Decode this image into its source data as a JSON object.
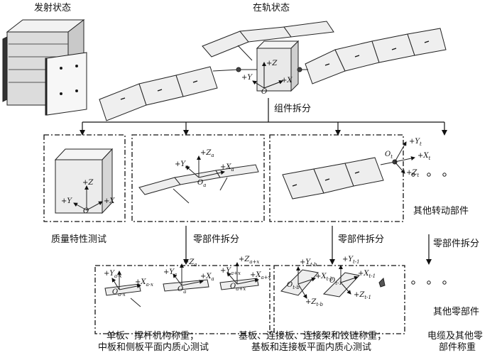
{
  "titles": {
    "launch_state": "发射状态",
    "orbit_state": "在轨状态"
  },
  "steps": {
    "component_split": "组件拆分",
    "part_split_1": "零部件拆分",
    "part_split_2": "零部件拆分",
    "part_split_3": "零部件拆分"
  },
  "labels": {
    "mass_property_test": "质量特性测试",
    "other_rotating_parts": "其他转动部件",
    "other_parts": "其他零部件",
    "bottom_caption_1_line1": "单板、撑杆机构称重；",
    "bottom_caption_1_line2": "中板和侧板平面内质心测试",
    "bottom_caption_2_line1": "基板、连接板、连接架和铰链称重；",
    "bottom_caption_2_line2": "基板和连接板平面内质心测试",
    "bottom_caption_3_line1": "电缆及其他零",
    "bottom_caption_3_line2": "部件称重"
  },
  "axes": {
    "main": {
      "z": "+Z",
      "y": "+Y",
      "x": "+X",
      "o": "O"
    },
    "body": {
      "z": "+Z",
      "y": "+Y",
      "x": "+X",
      "o": "O"
    },
    "wing": {
      "z": "+Z",
      "y": "+Y",
      "x": "+X",
      "o": "O",
      "sub": "a"
    },
    "rot": {
      "y": "+Y",
      "x": "+X",
      "z": "+Z",
      "o": "O",
      "sub": "t"
    },
    "part1": {
      "y": "+Y",
      "x": "+X",
      "o": "O",
      "sub": "a-x"
    },
    "part2": {
      "z": "+Z",
      "y": "+Y",
      "x": "+X",
      "o": "O",
      "sub": "a"
    },
    "part3": {
      "z": "+Z",
      "y": "+Y",
      "x": "+X",
      "o": "O",
      "sub": "a+x"
    },
    "part4": {
      "y": "+Y",
      "x": "+X",
      "z": "+Z",
      "o": "O",
      "sub": "t-b"
    },
    "part5": {
      "y": "+Y",
      "x": "+X",
      "z": "+Z",
      "o": "O",
      "sub": "t-1"
    }
  },
  "ellipsis": "• • •"
}
